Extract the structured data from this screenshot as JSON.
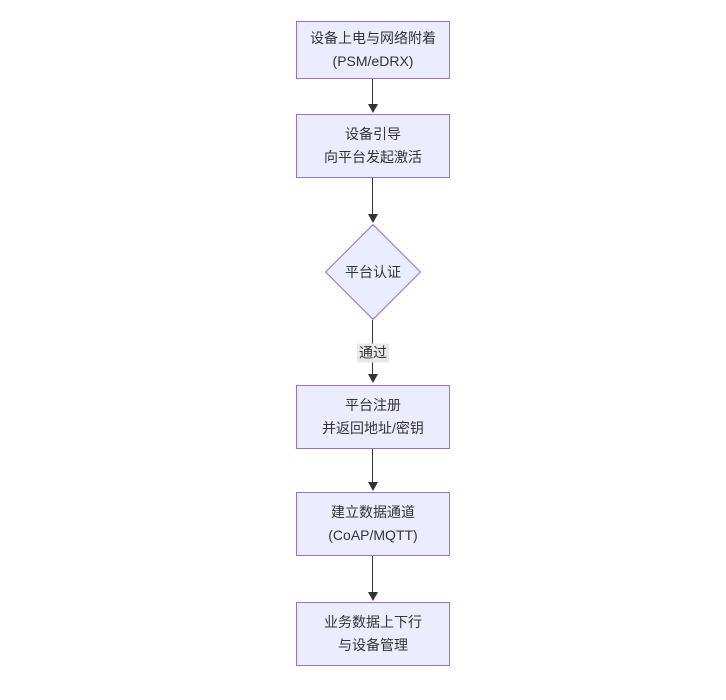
{
  "diagram": {
    "type": "flowchart",
    "direction": "top-to-bottom",
    "nodes": [
      {
        "id": "A",
        "shape": "rectangle",
        "label_lines": [
          "设备上电与网络附着",
          "(PSM/eDRX)"
        ]
      },
      {
        "id": "B",
        "shape": "rectangle",
        "label_lines": [
          "设备引导",
          "向平台发起激活"
        ]
      },
      {
        "id": "C",
        "shape": "diamond",
        "label_lines": [
          "平台认证"
        ]
      },
      {
        "id": "D",
        "shape": "rectangle",
        "label_lines": [
          "平台注册",
          "并返回地址/密钥"
        ]
      },
      {
        "id": "E",
        "shape": "rectangle",
        "label_lines": [
          "建立数据通道",
          "(CoAP/MQTT)"
        ]
      },
      {
        "id": "F",
        "shape": "rectangle",
        "label_lines": [
          "业务数据上下行",
          "与设备管理"
        ]
      }
    ],
    "edges": [
      {
        "from": "A",
        "to": "B",
        "label": ""
      },
      {
        "from": "B",
        "to": "C",
        "label": ""
      },
      {
        "from": "C",
        "to": "D",
        "label": "通过"
      },
      {
        "from": "D",
        "to": "E",
        "label": ""
      },
      {
        "from": "E",
        "to": "F",
        "label": ""
      }
    ],
    "colors": {
      "canvas_bg": "#FFFFFF",
      "node_fill": "#ECECFF",
      "node_border": "#9370DB",
      "node_text": "#333333",
      "edge_line": "#333333",
      "edge_label_bg": "#E8E8E8"
    },
    "icons": {
      "arrowhead": "▼"
    }
  }
}
